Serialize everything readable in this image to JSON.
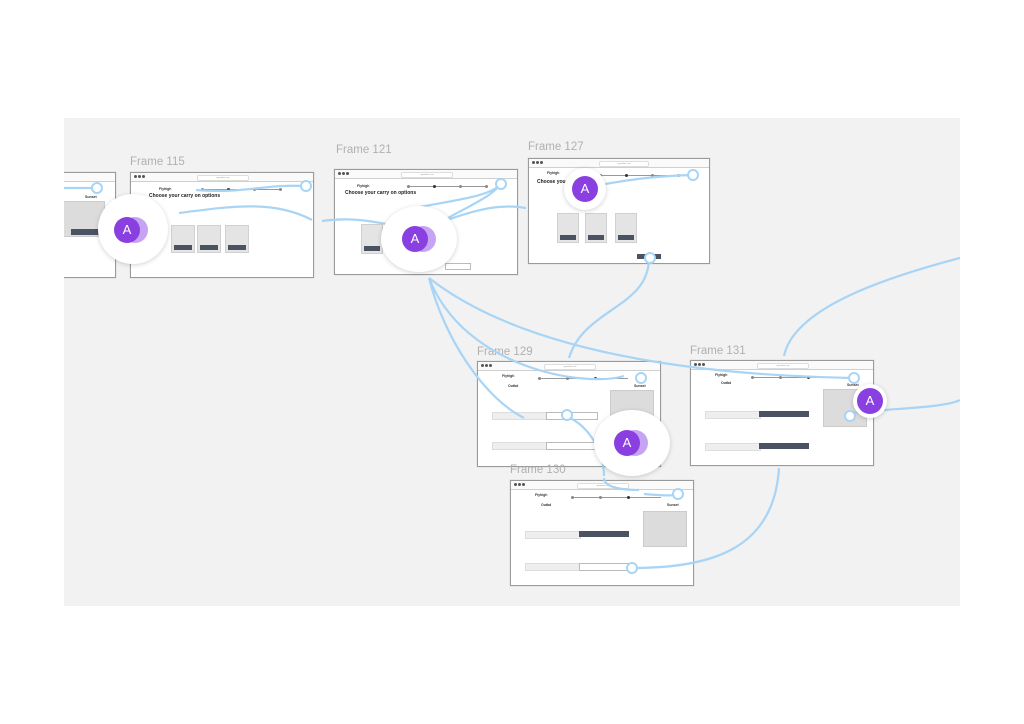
{
  "frames": {
    "f115": {
      "label": "Frame 115",
      "url": "apponline.com",
      "brand": "Flyhigh",
      "heading": "Choose your carry on options"
    },
    "f121": {
      "label": "Frame 121",
      "url": "apponline.com",
      "brand": "Flyhigh",
      "heading": "Choose your carry on options"
    },
    "f127": {
      "label": "Frame 127",
      "url": "apponline.com",
      "brand": "Flyhigh",
      "heading": "Choose your carr"
    },
    "f129": {
      "label": "Frame 129",
      "url": "apponline.com",
      "brand": "Flyhigh",
      "left_title": "Outbd",
      "right_title": "Sunset"
    },
    "f130": {
      "label": "Frame 130",
      "url": "apponline.com",
      "brand": "Flyhigh",
      "left_title": "Outbd",
      "right_title": "Sunset"
    },
    "f131": {
      "label": "Frame 131",
      "url": "apponline.com",
      "brand": "Flyhigh",
      "left_title": "Outbd",
      "right_title": "Sunset"
    },
    "partial": {
      "right_title": "Sunset"
    }
  },
  "avatar_initial": "A",
  "colors": {
    "wire": "#a8d4f5",
    "avatar": "#8a3fe0",
    "avatar_back": "#c7a4f3",
    "canvas": "#f2f2f2",
    "dark_button": "#4b5262"
  }
}
